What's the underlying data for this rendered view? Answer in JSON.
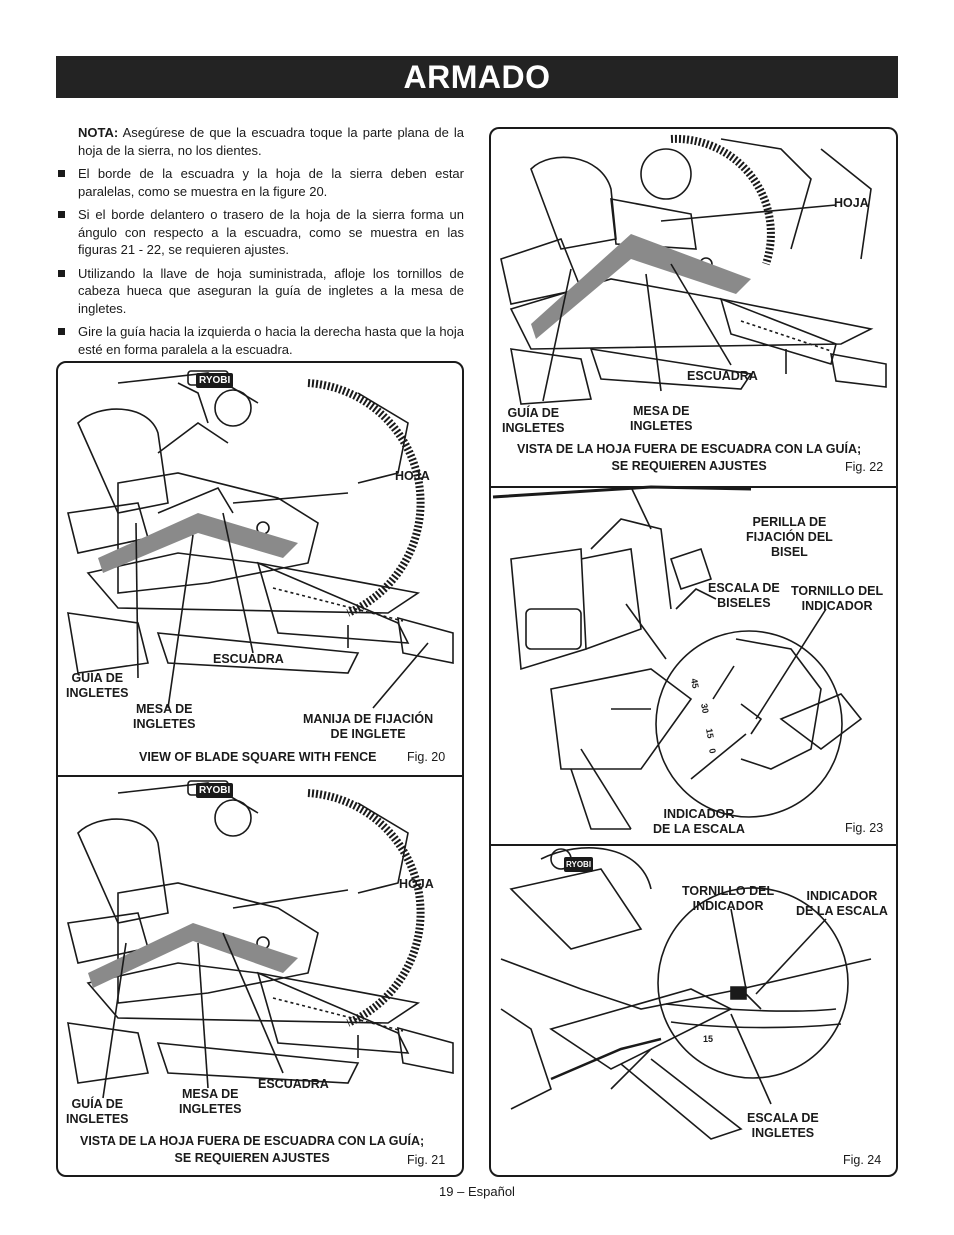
{
  "page": {
    "title": "ARMADO",
    "footer": "19 – Español"
  },
  "intro": {
    "note_label": "NOTA:",
    "note_text": " Asegúrese de que la escuadra toque la parte plana de la hoja de la sierra, no los dientes.",
    "bullets": [
      "El borde de la escuadra y la hoja de la sierra deben estar paralelas, como se muestra en la figure 20.",
      "Si el borde delantero o trasero de la hoja de la sierra forma un ángulo con respecto a la escuadra, como se muestra en las figuras 21 - 22, se requieren ajustes.",
      "Utilizando la llave de hoja suministrada, afloje los tornillos de cabeza hueca que aseguran la guía de ingletes a la mesa de ingletes.",
      "Gire la guía hacia la izquierda o hacia la derecha hasta que la hoja esté en forma paralela a la escuadra."
    ]
  },
  "figures": {
    "fig20": {
      "label": "Fig. 20",
      "caption": "VIEW OF BLADE SQUARE WITH FENCE",
      "brand": "RYOBI",
      "hoja": "HOJA",
      "escuadra": "ESCUADRA",
      "guia_1": "GUÍA DE",
      "guia_2": "INGLETES",
      "mesa_1": "MESA DE",
      "mesa_2": "INGLETES",
      "manija_1": "MANIJA DE FIJACIÓN",
      "manija_2": "DE INGLETE"
    },
    "fig21": {
      "label": "Fig. 21",
      "caption_1": "VISTA DE LA HOJA FUERA DE ESCUADRA CON LA GUÍA;",
      "caption_2": "SE REQUIEREN AJUSTES",
      "brand": "RYOBI",
      "hoja": "HOJA",
      "escuadra": "ESCUADRA",
      "guia_1": "GUÍA DE",
      "guia_2": "INGLETES",
      "mesa_1": "MESA DE",
      "mesa_2": "INGLETES"
    },
    "fig22": {
      "label": "Fig. 22",
      "caption_1": "VISTA DE LA HOJA FUERA DE ESCUADRA CON LA GUÍA;",
      "caption_2": "SE REQUIEREN AJUSTES",
      "hoja": "HOJA",
      "escuadra": "ESCUADRA",
      "guia_1": "GUÍA DE",
      "guia_2": "INGLETES",
      "mesa_1": "MESA DE",
      "mesa_2": "INGLETES"
    },
    "fig23": {
      "label": "Fig. 23",
      "perilla_1": "PERILLA DE",
      "perilla_2": "FIJACIÓN DEL",
      "perilla_3": "BISEL",
      "escala_1": "ESCALA DE",
      "escala_2": "BISELES",
      "tornillo_1": "TORNILLO DEL",
      "tornillo_2": "INDICADOR",
      "indicador_1": "INDICADOR",
      "indicador_2": "DE LA ESCALA",
      "scale_marks": [
        "45",
        "30",
        "15",
        "0"
      ]
    },
    "fig24": {
      "label": "Fig. 24",
      "brand": "RYOBI",
      "tornillo_1": "TORNILLO DEL",
      "tornillo_2": "INDICADOR",
      "indicador_1": "INDICADOR",
      "indicador_2": "DE LA ESCALA",
      "escala_1": "ESCALA DE",
      "escala_2": "INGLETES",
      "scale_mark": "15"
    }
  }
}
